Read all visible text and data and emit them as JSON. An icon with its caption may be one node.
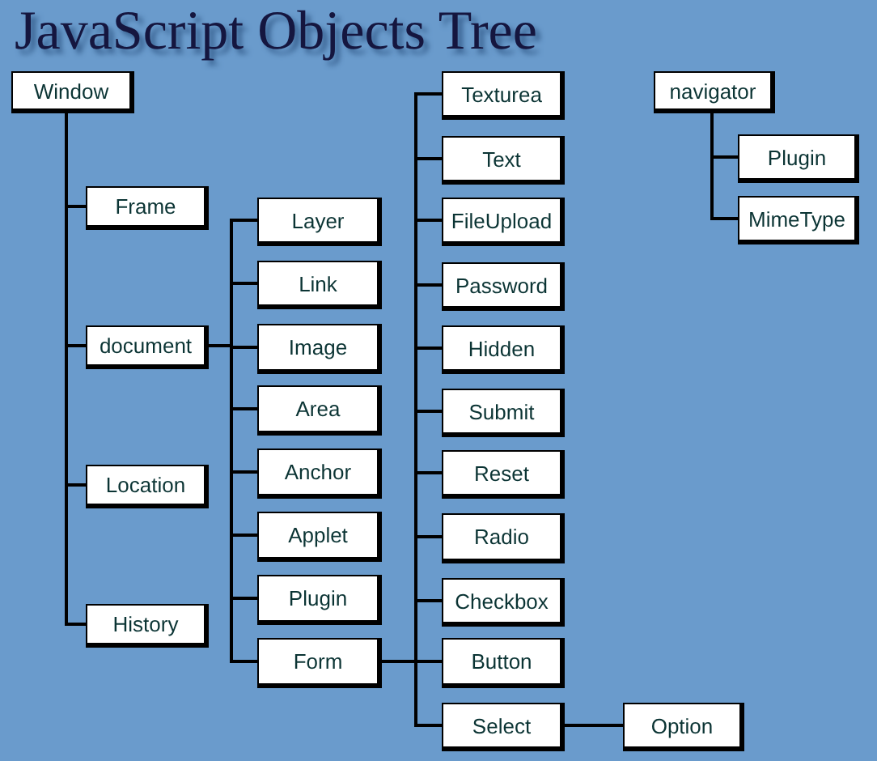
{
  "diagram": {
    "title": "JavaScript Objects Tree",
    "nodes": [
      {
        "text": [
          "Window"
        ]
      },
      {
        "text": [
          "Frame"
        ]
      },
      {
        "text": [
          "document"
        ]
      },
      {
        "text": [
          "Location"
        ]
      },
      {
        "text": [
          "History"
        ]
      },
      {
        "text": [
          "Layer"
        ]
      },
      {
        "text": [
          "Link"
        ]
      },
      {
        "text": [
          "Image"
        ]
      },
      {
        "text": [
          "Area"
        ]
      },
      {
        "text": [
          "Anchor"
        ]
      },
      {
        "text": [
          "Applet"
        ]
      },
      {
        "text": [
          "Plugin"
        ]
      },
      {
        "text": [
          "Form"
        ]
      },
      {
        "text": [
          "Texturea"
        ]
      },
      {
        "text": [
          "Text"
        ]
      },
      {
        "text": [
          "FileUpload"
        ]
      },
      {
        "text": [
          "Password"
        ]
      },
      {
        "text": [
          "Hidden"
        ]
      },
      {
        "text": [
          "Submit"
        ]
      },
      {
        "text": [
          "Reset"
        ]
      },
      {
        "text": [
          "Radio"
        ]
      },
      {
        "text": [
          "Checkbox"
        ]
      },
      {
        "text": [
          "Button"
        ]
      },
      {
        "text": [
          "Select"
        ]
      },
      {
        "text": [
          "Option"
        ]
      },
      {
        "text": [
          "navigator"
        ]
      },
      {
        "text": [
          "Plugin"
        ]
      },
      {
        "text": [
          "MimeType"
        ]
      }
    ],
    "edges": [
      {
        "from": 0,
        "to": 1,
        "arrow": "none"
      },
      {
        "from": 0,
        "to": 2,
        "arrow": "none"
      },
      {
        "from": 0,
        "to": 3,
        "arrow": "none"
      },
      {
        "from": 0,
        "to": 4,
        "arrow": "none"
      },
      {
        "from": 2,
        "to": 5,
        "arrow": "none"
      },
      {
        "from": 2,
        "to": 6,
        "arrow": "none"
      },
      {
        "from": 2,
        "to": 7,
        "arrow": "none"
      },
      {
        "from": 2,
        "to": 8,
        "arrow": "none"
      },
      {
        "from": 2,
        "to": 9,
        "arrow": "none"
      },
      {
        "from": 2,
        "to": 10,
        "arrow": "none"
      },
      {
        "from": 2,
        "to": 11,
        "arrow": "none"
      },
      {
        "from": 2,
        "to": 12,
        "arrow": "none"
      },
      {
        "from": 12,
        "to": 13,
        "arrow": "none"
      },
      {
        "from": 12,
        "to": 14,
        "arrow": "none"
      },
      {
        "from": 12,
        "to": 15,
        "arrow": "none"
      },
      {
        "from": 12,
        "to": 16,
        "arrow": "none"
      },
      {
        "from": 12,
        "to": 17,
        "arrow": "none"
      },
      {
        "from": 12,
        "to": 18,
        "arrow": "none"
      },
      {
        "from": 12,
        "to": 19,
        "arrow": "none"
      },
      {
        "from": 12,
        "to": 20,
        "arrow": "none"
      },
      {
        "from": 12,
        "to": 21,
        "arrow": "none"
      },
      {
        "from": 12,
        "to": 22,
        "arrow": "none"
      },
      {
        "from": 12,
        "to": 23,
        "arrow": "none"
      },
      {
        "from": 23,
        "to": 24,
        "arrow": "none"
      },
      {
        "from": 25,
        "to": 26,
        "arrow": "none"
      },
      {
        "from": 25,
        "to": 27,
        "arrow": "none"
      }
    ]
  }
}
